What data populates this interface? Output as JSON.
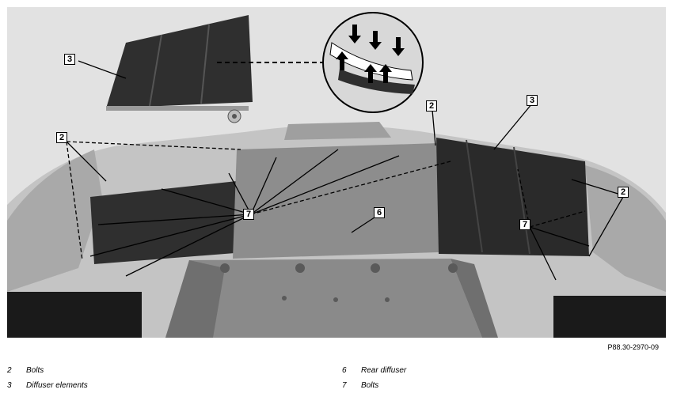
{
  "figure": {
    "id": "P88.30-2970-09",
    "callouts": [
      "2",
      "3",
      "2",
      "3",
      "7",
      "6",
      "2",
      "7"
    ]
  },
  "legend": [
    {
      "num": "2",
      "text": "Bolts"
    },
    {
      "num": "3",
      "text": "Diffuser elements"
    },
    {
      "num": "6",
      "text": "Rear diffuser"
    },
    {
      "num": "7",
      "text": "Bolts"
    }
  ],
  "colors": {
    "background": "#e2e2e2",
    "panel": "#2f2f2f",
    "diffuser": "#8a8a8a",
    "bumper": "#bdbdbd"
  }
}
